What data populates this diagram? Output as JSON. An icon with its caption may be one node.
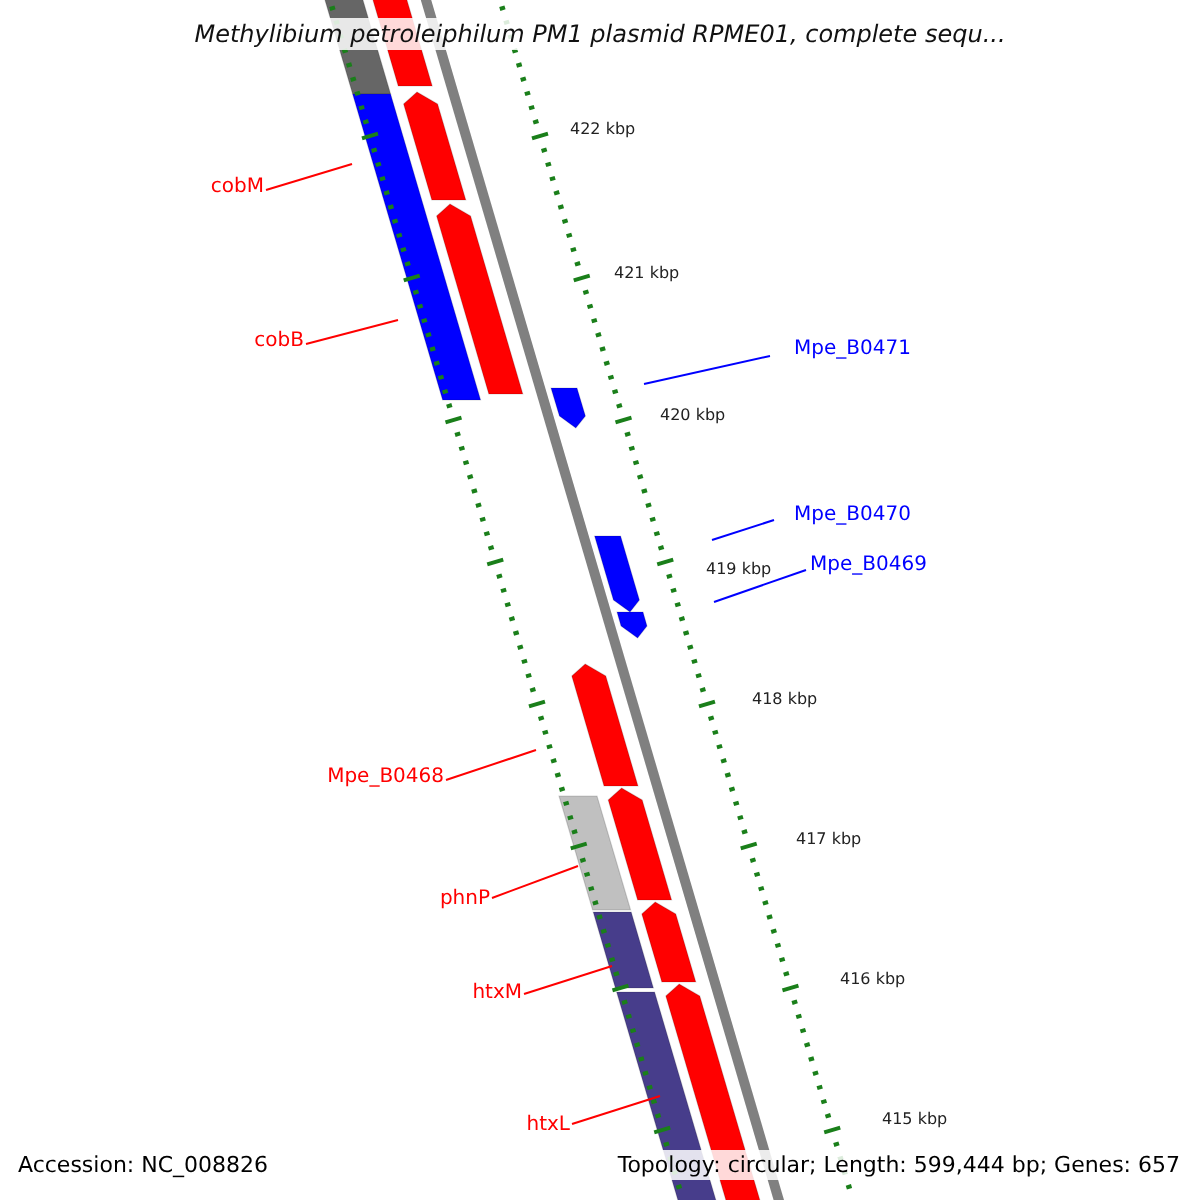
{
  "diagram": {
    "title": "Methylibium petroleiphilum PM1 plasmid RPME01, complete sequ...",
    "nodes": [
      {
        "text": [
          "cobM"
        ]
      },
      {
        "text": [
          "cobB"
        ]
      },
      {
        "text": [
          "Mpe_B0471"
        ]
      },
      {
        "text": [
          "Mpe_B0470"
        ]
      },
      {
        "text": [
          "Mpe_B0469"
        ]
      },
      {
        "text": [
          "Mpe_B0468"
        ]
      },
      {
        "text": [
          "phnP"
        ]
      },
      {
        "text": [
          "htxM"
        ]
      },
      {
        "text": [
          "htxL"
        ]
      }
    ],
    "edges": [
      {
        "from": 0,
        "to": null,
        "arrow": "none"
      },
      {
        "from": 1,
        "to": null,
        "arrow": "none"
      },
      {
        "from": 2,
        "to": null,
        "arrow": "none",
        "color": "#0000ff"
      },
      {
        "from": 3,
        "to": null,
        "arrow": "none",
        "color": "#0000ff"
      },
      {
        "from": 4,
        "to": null,
        "arrow": "none",
        "color": "#0000ff"
      },
      {
        "from": 5,
        "to": null,
        "arrow": "none"
      },
      {
        "from": 6,
        "to": null,
        "arrow": "none"
      },
      {
        "from": 7,
        "to": null,
        "arrow": "none"
      },
      {
        "from": 8,
        "to": null,
        "arrow": "none"
      }
    ],
    "labels": [
      "422 kbp",
      "421 kbp",
      "420 kbp",
      "419 kbp",
      "418 kbp",
      "417 kbp",
      "416 kbp",
      "415 kbp",
      "Accession: NC_008826",
      "Topology: circular; Length: 599,444 bp; Genes: 657"
    ]
  }
}
